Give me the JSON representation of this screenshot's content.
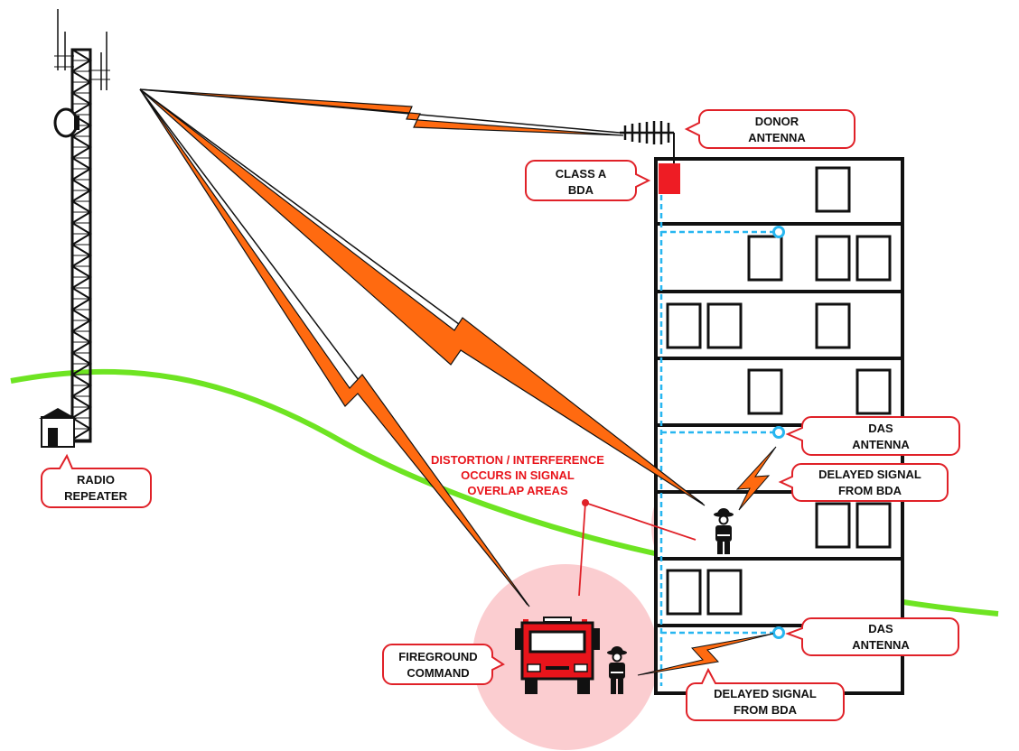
{
  "colors": {
    "accent_red": "#e8141b",
    "callout_border": "#e02128",
    "ground_line": "#6ee422",
    "signal_orange": "#ff6a10",
    "das_cable": "#27b6f0",
    "overlap_zone": "#fbcdd0",
    "bda_box": "#ee1c24",
    "structure": "#111111"
  },
  "icons": {
    "tower": "lattice-radio-tower-icon",
    "dish": "microwave-dish-icon",
    "shelter": "equipment-shelter-icon",
    "donor_antenna": "yagi-antenna-icon",
    "das_node": "das-antenna-node-icon",
    "firefighter": "firefighter-icon",
    "fire_truck": "fire-truck-icon",
    "lightning": "lightning-bolt-icon"
  },
  "callouts": {
    "donor_antenna": {
      "line1": "DONOR",
      "line2": "ANTENNA"
    },
    "class_a_bda": {
      "line1": "CLASS A",
      "line2": "BDA"
    },
    "radio_repeater": {
      "line1": "RADIO",
      "line2": "REPEATER"
    },
    "das_antenna_upper": {
      "line1": "DAS",
      "line2": "ANTENNA"
    },
    "delayed_signal_upper": {
      "line1": "DELAYED SIGNAL",
      "line2": "FROM BDA"
    },
    "fireground_command": {
      "line1": "FIREGROUND",
      "line2": "COMMAND"
    },
    "das_antenna_lower": {
      "line1": "DAS",
      "line2": "ANTENNA"
    },
    "delayed_signal_lower": {
      "line1": "DELAYED SIGNAL",
      "line2": "FROM BDA"
    }
  },
  "interference_note": {
    "line1": "DISTORTION / INTERFERENCE",
    "line2": "OCCURS IN SIGNAL",
    "line3": "OVERLAP AREAS"
  }
}
